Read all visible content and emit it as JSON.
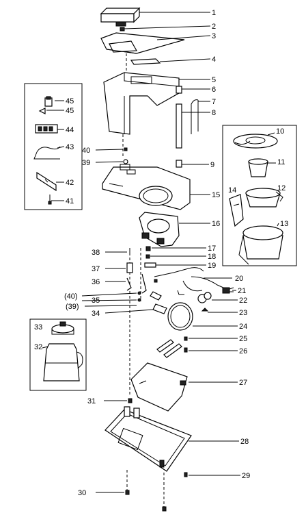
{
  "labels": {
    "p1": "1",
    "p2": "2",
    "p3": "3",
    "p4": "4",
    "p5": "5",
    "p6": "6",
    "p7": "7",
    "p8": "8",
    "p9": "9",
    "p10": "10",
    "p11": "11",
    "p12": "12",
    "p13": "13",
    "p14": "14",
    "p15": "15",
    "p16": "16",
    "p17": "17",
    "p18": "18",
    "p19": "19",
    "p20": "20",
    "p21": "21",
    "p22": "22",
    "p23": "23",
    "p24": "24",
    "p25": "25",
    "p26": "26",
    "p27": "27",
    "p28": "28",
    "p29": "29",
    "p30": "30",
    "p31": "31",
    "p32": "32",
    "p33": "33",
    "p34": "34",
    "p35": "35",
    "p36": "36",
    "p37": "37",
    "p38": "38",
    "p39": "39",
    "p39b": "(39)",
    "p40": "40",
    "p40b": "(40)",
    "p41": "41",
    "p42": "42",
    "p43": "43",
    "p44": "44",
    "p45a": "45",
    "p45b": "45"
  }
}
